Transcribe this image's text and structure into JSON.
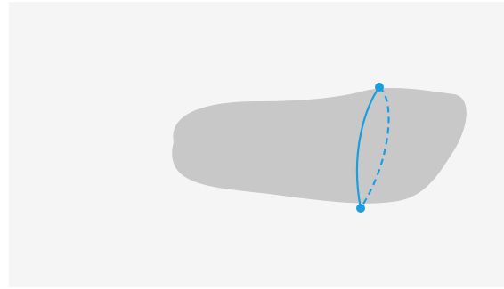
{
  "diagram": {
    "shape": "elongated-blob",
    "cross_section": "ellipse-loop",
    "points": 2
  },
  "colors": {
    "background": "#f5f5f5",
    "shape_fill": "#c8c8c8",
    "accent": "#1a9ee0"
  }
}
